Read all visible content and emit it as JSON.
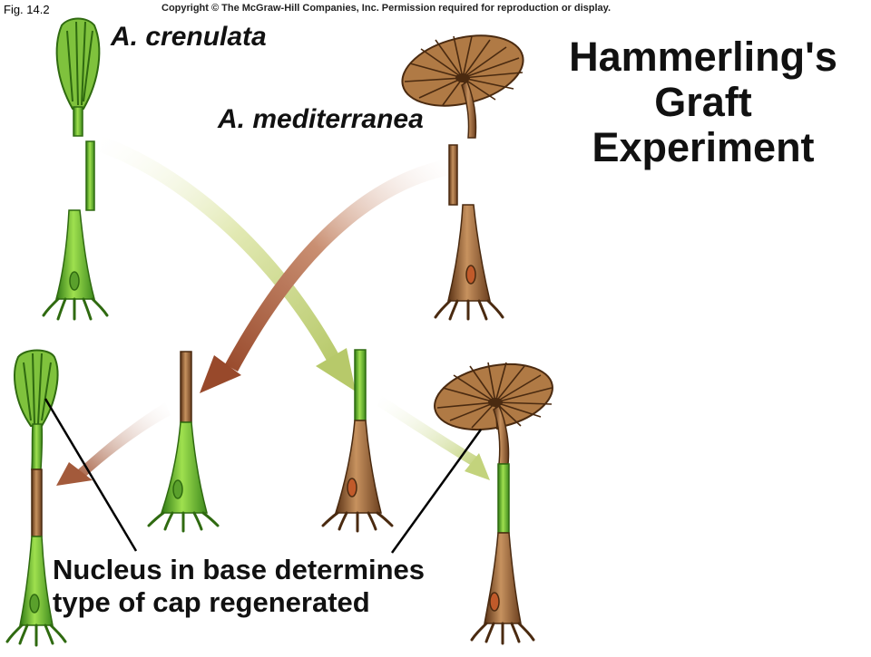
{
  "figure": {
    "label": "Fig. 14.2"
  },
  "copyright": "Copyright © The McGraw-Hill Companies, Inc. Permission required for reproduction or display.",
  "species": {
    "crenulata": "A. crenulata",
    "mediterranea": "A. mediterranea"
  },
  "title": {
    "line1": "Hammerling's",
    "line2": "Graft",
    "line3": "Experiment"
  },
  "caption": {
    "line1": "Nucleus in base determines",
    "line2": "type of cap regenerated"
  },
  "colors": {
    "green_light": "#a6dd55",
    "green_dark": "#3e8a1d",
    "brown_light": "#bf8a58",
    "brown_dark": "#6b3f1f",
    "arrow_green": "#cad98a",
    "arrow_brown": "#a0583a",
    "nucleus_green": "#5aa02c",
    "nucleus_brown": "#c15a2a"
  }
}
